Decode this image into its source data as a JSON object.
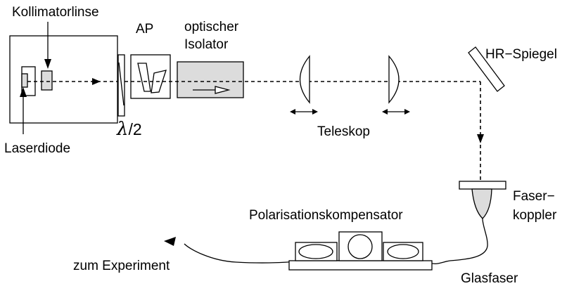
{
  "labels": {
    "kollimatorlinse": "Kollimatorlinse",
    "laserdiode": "Laserdiode",
    "ap": "AP",
    "lambda_symbol": "λ",
    "lambda_div": "/2",
    "isolator_line1": "optischer",
    "isolator_line2": "Isolator",
    "teleskop": "Teleskop",
    "hr_spiegel": "HR−Spiegel",
    "faser_line1": "Faser−",
    "faser_line2": "koppler",
    "polarisationskompensator": "Polarisationskompensator",
    "zum_experiment": "zum Experiment",
    "glasfaser": "Glasfaser"
  }
}
